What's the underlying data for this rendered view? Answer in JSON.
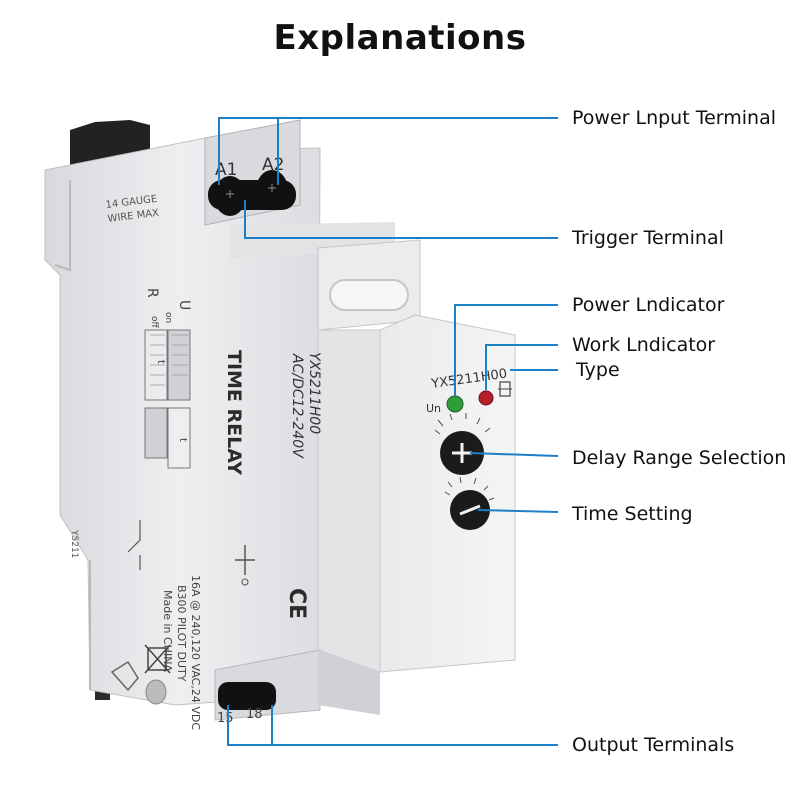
{
  "title": "Explanations",
  "device": {
    "model_top": "YX5211H00",
    "model_side": "YX5211H00",
    "voltage": "AC/DC12-240V",
    "product_name": "TIME RELAY",
    "gauge_line1": "14 GAUGE",
    "gauge_line2": "WIRE MAX",
    "terminal_a1": "A1",
    "terminal_a2": "A2",
    "terminal_15": "15",
    "terminal_18": "18",
    "indicator_un": "Un",
    "diagram_u": "U",
    "diagram_r": "R",
    "diagram_on": "on",
    "diagram_off": "off",
    "diagram_t": "t",
    "rating_line1": "16A @ 240,120 VAC,24 VDC",
    "rating_line2": "B300 PILOT DUTY",
    "rating_line3": "Made in CHINA",
    "side_code": "Y5211",
    "ce_mark": "CE"
  },
  "callouts": {
    "power_input": "Power Lnput Terminal",
    "trigger": "Trigger Terminal",
    "power_indicator": "Power Lndicator",
    "work_indicator": "Work Lndicator",
    "type": "Type",
    "delay_range": "Delay Range Selection",
    "time_setting": "Time Setting",
    "output": "Output Terminals"
  },
  "colors": {
    "callout_line": "#1e7fc9",
    "housing": "#e6e7e9",
    "housing_shadow": "#c9cbce",
    "knob": "#1b1b1b",
    "green_led": "#2f9e3a",
    "red_led": "#b3202a"
  }
}
